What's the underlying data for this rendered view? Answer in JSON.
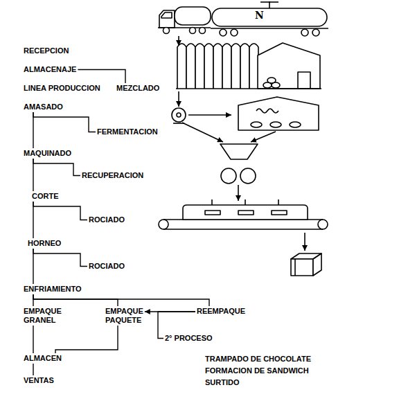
{
  "diagram": {
    "nodes": [
      {
        "text": [
          "RECEPCION"
        ]
      },
      {
        "text": [
          "ALMACENAJE"
        ]
      },
      {
        "text": [
          "LINEA PRODUCCION"
        ]
      },
      {
        "text": [
          "MEZCLADO"
        ]
      },
      {
        "text": [
          "AMASADO"
        ]
      },
      {
        "text": [
          "FERMENTACION"
        ]
      },
      {
        "text": [
          "MAQUINADO"
        ]
      },
      {
        "text": [
          "RECUPERACION"
        ]
      },
      {
        "text": [
          "CORTE"
        ]
      },
      {
        "text": [
          "ROCIADO"
        ]
      },
      {
        "text": [
          "HORNEO"
        ]
      },
      {
        "text": [
          "ROCIADO"
        ]
      },
      {
        "text": [
          "ENFRIAMIENTO"
        ]
      },
      {
        "text": [
          "EMPAQUE GRANEL"
        ]
      },
      {
        "text": [
          "EMPAQUE PAQUETE"
        ]
      },
      {
        "text": [
          "REEMPAQUE"
        ]
      },
      {
        "text": [
          "2° PROCESO"
        ]
      },
      {
        "text": [
          "ALMACEN"
        ]
      },
      {
        "text": [
          "VENTAS"
        ]
      }
    ],
    "edges": [
      {
        "from": 1,
        "to": 3,
        "arrow": "none"
      },
      {
        "from": 4,
        "to": 6,
        "arrow": "none"
      },
      {
        "from": 4,
        "to": 5,
        "arrow": "none"
      },
      {
        "from": 6,
        "to": 8,
        "arrow": "none"
      },
      {
        "from": 6,
        "to": 7,
        "arrow": "none"
      },
      {
        "from": 8,
        "to": 10,
        "arrow": "none"
      },
      {
        "from": 8,
        "to": 9,
        "arrow": "none"
      },
      {
        "from": 10,
        "to": 12,
        "arrow": "none"
      },
      {
        "from": 10,
        "to": 11,
        "arrow": "none"
      },
      {
        "from": 12,
        "to": 13,
        "arrow": "none"
      },
      {
        "from": 12,
        "to": 14,
        "arrow": "none"
      },
      {
        "from": 12,
        "to": 15,
        "arrow": "none"
      },
      {
        "from": 15,
        "to": 14,
        "arrow": "to"
      },
      {
        "from": 15,
        "to": 16,
        "arrow": "none"
      },
      {
        "from": 13,
        "to": 17,
        "arrow": "none"
      },
      {
        "from": 14,
        "to": 17,
        "arrow": "none"
      },
      {
        "from": 17,
        "to": 18,
        "arrow": "none"
      }
    ],
    "labels": [
      "N",
      "TRAMPADO DE CHOCOLATE",
      "FORMACION DE SANDWICH",
      "SURTIDO"
    ]
  }
}
